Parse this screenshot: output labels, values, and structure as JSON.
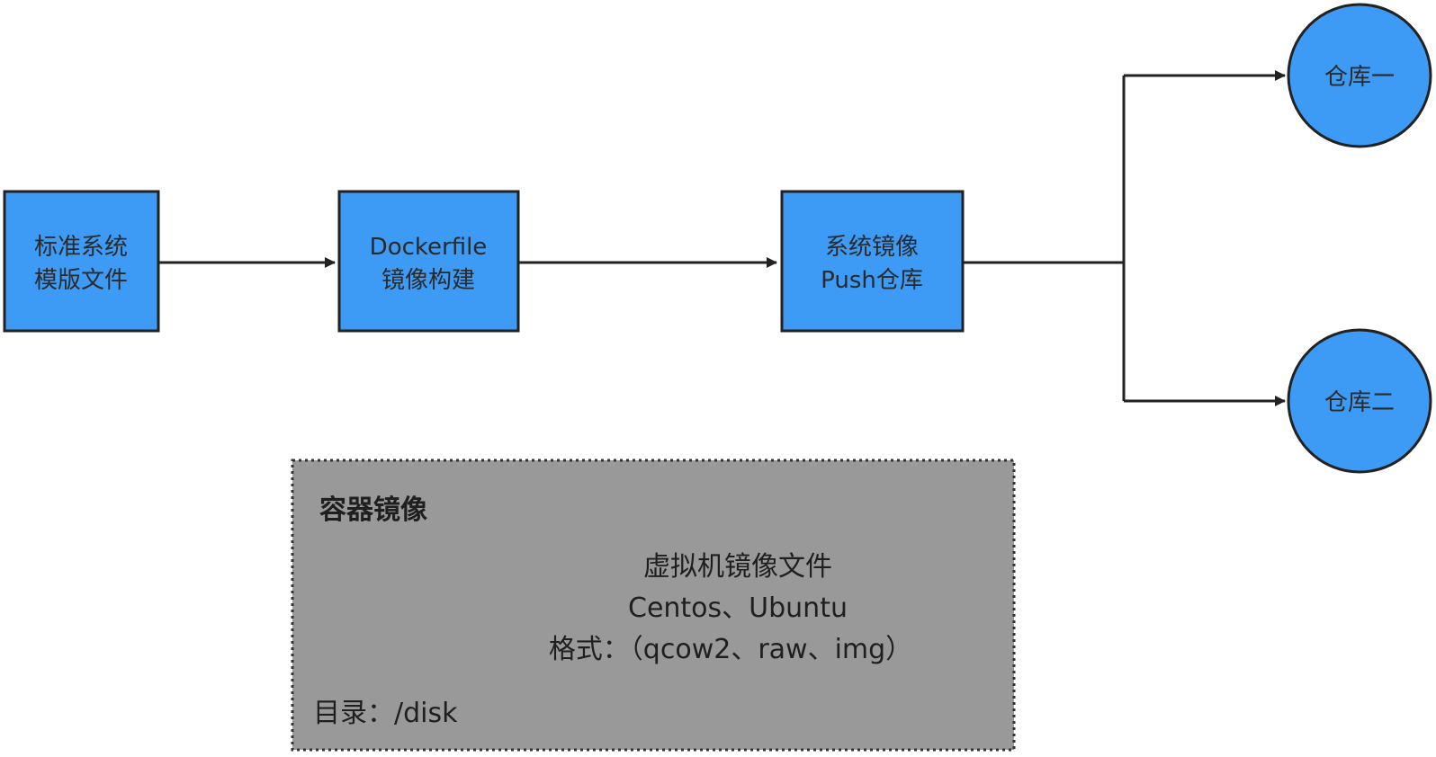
{
  "colors": {
    "node_fill": "#3d9bf6",
    "node_stroke": "#222222",
    "note_fill": "#999999",
    "note_stroke": "#333333",
    "edge": "#222222"
  },
  "nodes": {
    "template": {
      "line1": "标准系统",
      "line2": "模版文件"
    },
    "build": {
      "line1": "Dockerfile",
      "line2": "镜像构建"
    },
    "push": {
      "line1": "系统镜像",
      "line2": "Push仓库"
    },
    "repo1": {
      "label": "仓库一"
    },
    "repo2": {
      "label": "仓库二"
    }
  },
  "note": {
    "title": "容器镜像",
    "vm_title": "虚拟机镜像文件",
    "os_list": "Centos、Ubuntu",
    "format": "格式：（qcow2、raw、img）",
    "directory": "目录：/disk"
  }
}
